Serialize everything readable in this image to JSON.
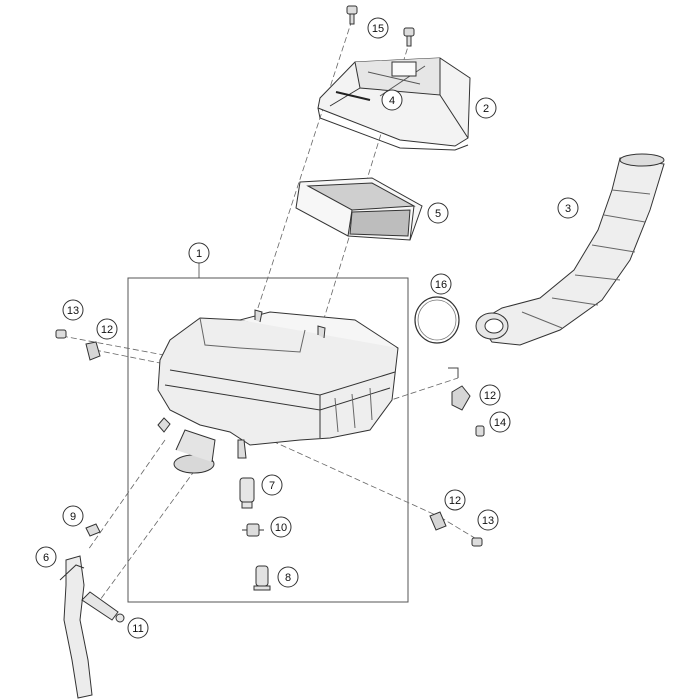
{
  "diagram": {
    "callouts": [
      {
        "id": "1",
        "label": "1"
      },
      {
        "id": "2",
        "label": "2"
      },
      {
        "id": "3",
        "label": "3"
      },
      {
        "id": "4",
        "label": "4"
      },
      {
        "id": "5",
        "label": "5"
      },
      {
        "id": "6",
        "label": "6"
      },
      {
        "id": "7",
        "label": "7"
      },
      {
        "id": "8",
        "label": "8"
      },
      {
        "id": "9",
        "label": "9"
      },
      {
        "id": "10",
        "label": "10"
      },
      {
        "id": "11",
        "label": "11"
      },
      {
        "id": "12a",
        "label": "12"
      },
      {
        "id": "12b",
        "label": "12"
      },
      {
        "id": "12c",
        "label": "12"
      },
      {
        "id": "13a",
        "label": "13"
      },
      {
        "id": "13b",
        "label": "13"
      },
      {
        "id": "14",
        "label": "14"
      },
      {
        "id": "15",
        "label": "15"
      },
      {
        "id": "16",
        "label": "16"
      }
    ]
  }
}
